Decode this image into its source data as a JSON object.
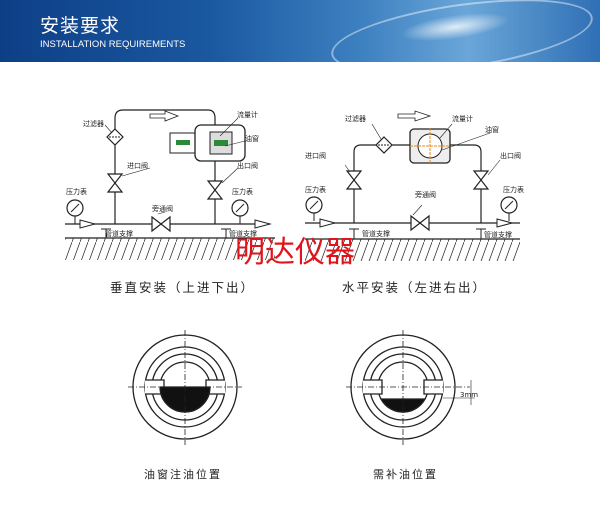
{
  "header": {
    "title_cn": "安装要求",
    "title_en": "INSTALLATION REQUIREMENTS"
  },
  "vertical": {
    "caption": "垂直安装（上进下出）",
    "labels": {
      "filter": "过滤器",
      "flowmeter": "流量计",
      "oil_window": "油窗",
      "inlet_valve": "进口阀",
      "outlet_valve": "出口阀",
      "gauge_left": "压力表",
      "gauge_right": "压力表",
      "bypass": "旁通阀",
      "support_left": "管道支撑",
      "support_right": "管道支撑"
    }
  },
  "horizontal": {
    "caption": "水平安装（左进右出）",
    "labels": {
      "filter": "过滤器",
      "flowmeter": "流量计",
      "oil_window": "油窗",
      "inlet_valve": "进口阀",
      "outlet_valve": "出口阀",
      "gauge_left": "压力表",
      "gauge_right": "压力表",
      "bypass": "旁通阀",
      "support_left": "管道支撑",
      "support_right": "管道支撑"
    }
  },
  "watermark": "明达仪器",
  "oil": {
    "fill_caption": "油窗注油位置",
    "refill_caption": "需补油位置",
    "dimension": "3mm"
  }
}
